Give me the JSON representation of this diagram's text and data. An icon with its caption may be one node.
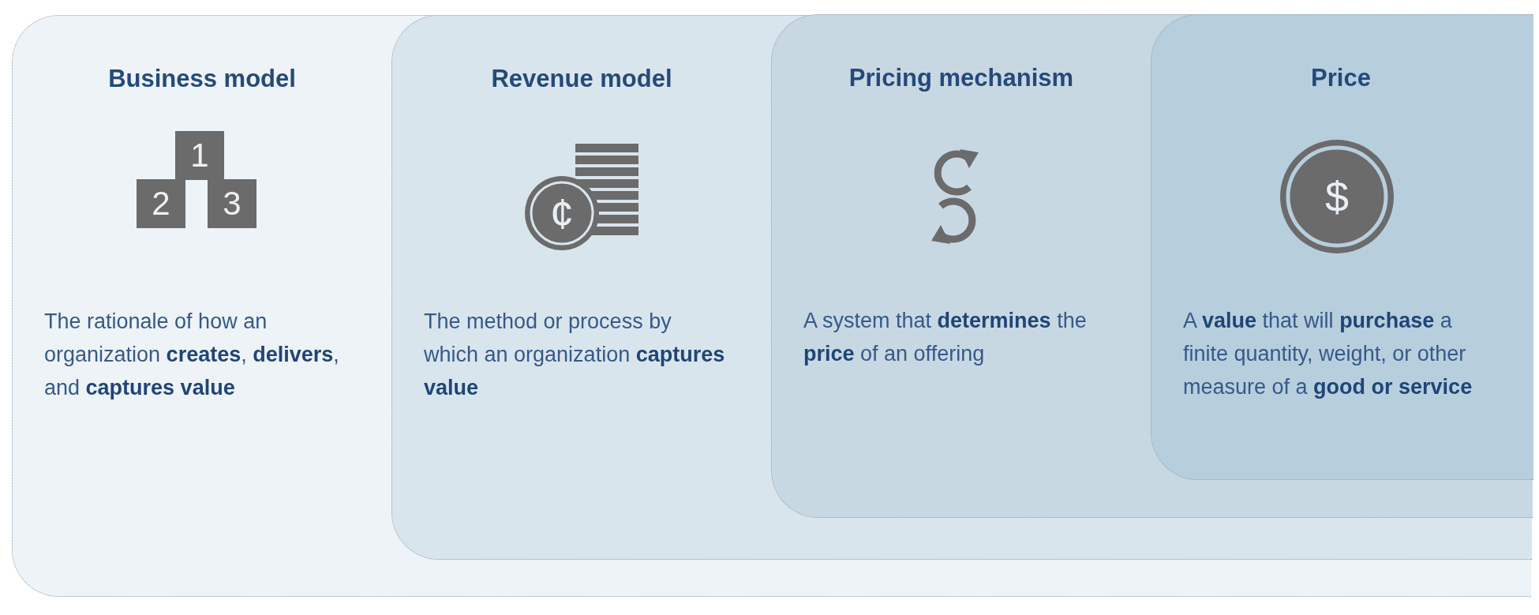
{
  "diagram": {
    "nodes": [
      {
        "text": [
          "Business model",
          "The rationale of how an organization **creates**, **delivers**, and **captures value**"
        ]
      },
      {
        "text": [
          "Revenue model",
          "The method or process by which an organization **captures value**"
        ],
        "in": 0
      },
      {
        "text": [
          "Pricing mechanism",
          "A system that **determines** the **price** of an offering"
        ],
        "in": 1
      },
      {
        "text": [
          "Price",
          "A **value** that will **purchase** a finite quantity, weight, or other measure of a **good or service**"
        ],
        "in": 2
      }
    ],
    "labels": [
      "1",
      "2",
      "3",
      "¢",
      "$"
    ]
  }
}
